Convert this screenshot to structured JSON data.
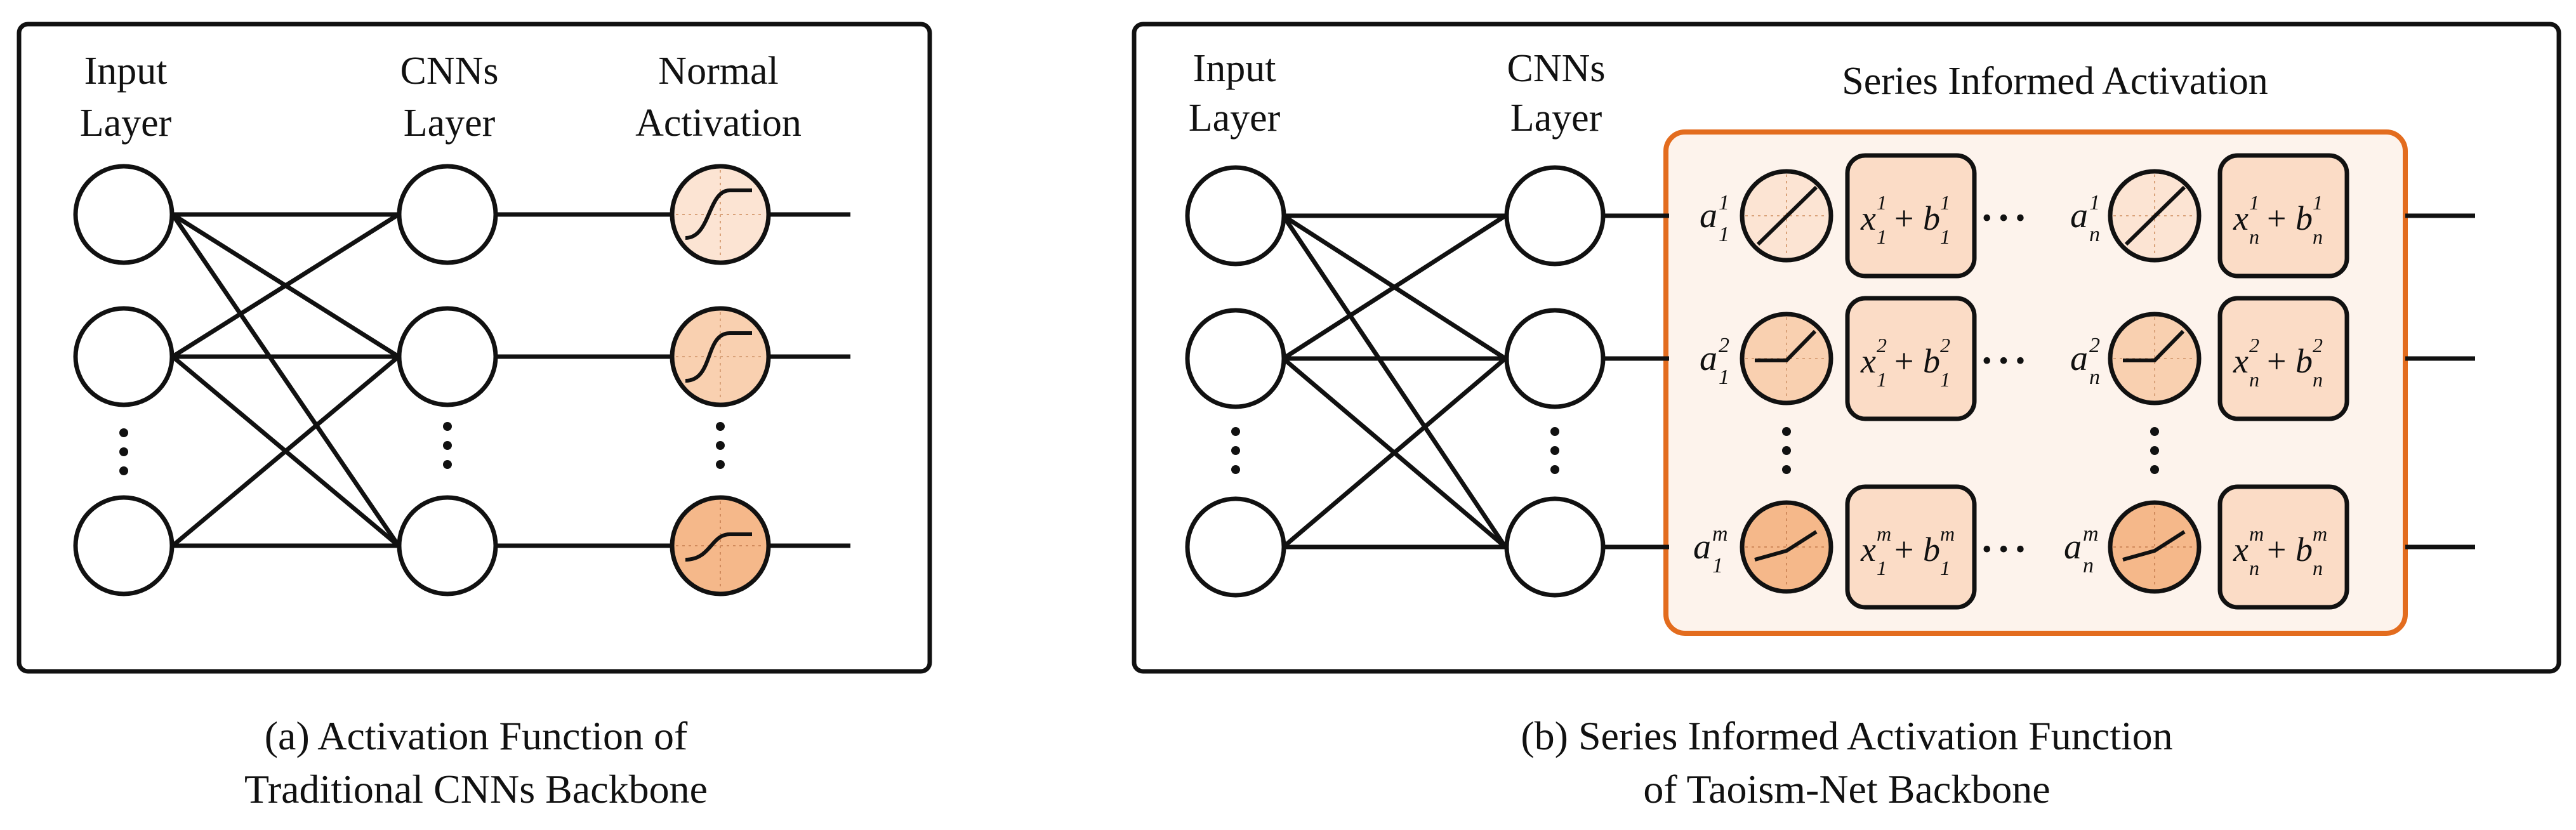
{
  "panel_a": {
    "col_input": [
      "Input",
      "Layer"
    ],
    "col_cnn": [
      "CNNs",
      "Layer"
    ],
    "col_act": [
      "Normal",
      "Activation"
    ],
    "caption": [
      "(a)  Activation Function of",
      "Traditional CNNs Backbone"
    ]
  },
  "panel_b": {
    "col_input": [
      "Input",
      "Layer"
    ],
    "col_cnn": [
      "CNNs",
      "Layer"
    ],
    "sia_title": "Series Informed Activation",
    "caption": [
      "(b) Series Informed Activation Function",
      "of Taoism-Net Backbone"
    ],
    "rows": [
      {
        "a1": [
          "a",
          "1",
          "1"
        ],
        "x1": [
          "x",
          "1",
          "1"
        ],
        "b1": [
          "b",
          "1",
          "1"
        ],
        "an": [
          "a",
          "n",
          "1"
        ],
        "xn": [
          "x",
          "n",
          "1"
        ],
        "bn": [
          "b",
          "n",
          "1"
        ]
      },
      {
        "a1": [
          "a",
          "1",
          "2"
        ],
        "x1": [
          "x",
          "1",
          "2"
        ],
        "b1": [
          "b",
          "1",
          "2"
        ],
        "an": [
          "a",
          "n",
          "2"
        ],
        "xn": [
          "x",
          "n",
          "2"
        ],
        "bn": [
          "b",
          "n",
          "2"
        ]
      },
      {
        "a1": [
          "a",
          "1",
          "m"
        ],
        "x1": [
          "x",
          "1",
          "m"
        ],
        "b1": [
          "b",
          "1",
          "m"
        ],
        "an": [
          "a",
          "n",
          "m"
        ],
        "xn": [
          "x",
          "n",
          "m"
        ],
        "bn": [
          "b",
          "n",
          "m"
        ]
      }
    ],
    "plus": "+",
    "dots": "• • •"
  },
  "colors": {
    "panel_border": "#111111",
    "sia_border": "#E36C1E",
    "sia_fill": "#FDF3EC",
    "act_fill_1": "#FCE4D3",
    "act_fill_2": "#F9D0B0",
    "act_fill_3": "#F5B88A",
    "box_fill": "#FBDCC6"
  }
}
